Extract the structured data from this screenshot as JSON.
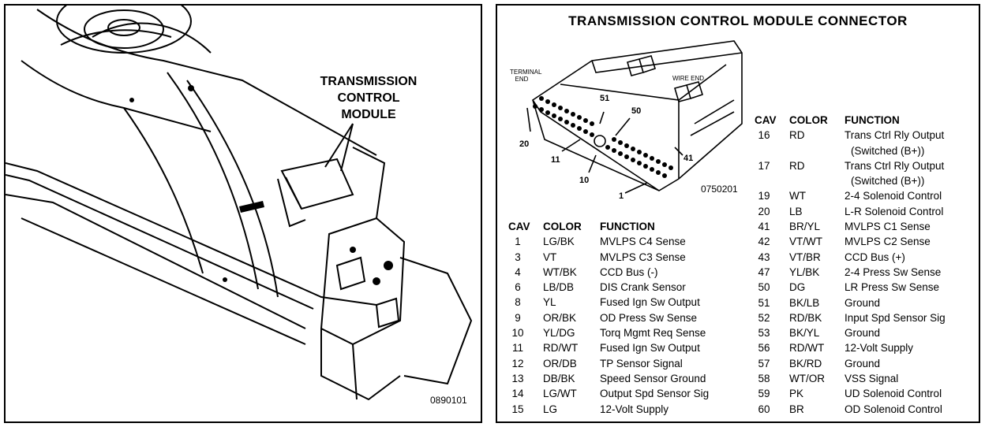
{
  "left": {
    "callout_line1": "TRANSMISSION",
    "callout_line2": "CONTROL",
    "callout_line3": "MODULE",
    "figure_number": "0890101"
  },
  "right": {
    "title": "TRANSMISSION CONTROL MODULE CONNECTOR",
    "terminal_end_label": "TERMINAL END",
    "wire_end_label": "WIRE END",
    "figure_number": "0750201",
    "pin_labels": {
      "p20": "20",
      "p11": "11",
      "p10": "10",
      "p1": "1",
      "p51": "51",
      "p50": "50",
      "p41": "41"
    },
    "headers": {
      "cav": "CAV",
      "color": "COLOR",
      "function": "FUNCTION"
    },
    "table_left": [
      {
        "cav": "1",
        "color": "LG/BK",
        "function": "MVLPS C4 Sense"
      },
      {
        "cav": "3",
        "color": "VT",
        "function": "MVLPS C3 Sense"
      },
      {
        "cav": "4",
        "color": "WT/BK",
        "function": "CCD Bus (-)"
      },
      {
        "cav": "6",
        "color": "LB/DB",
        "function": "DIS Crank Sensor"
      },
      {
        "cav": "8",
        "color": "YL",
        "function": "Fused Ign Sw Output"
      },
      {
        "cav": "9",
        "color": "OR/BK",
        "function": "OD Press Sw Sense"
      },
      {
        "cav": "10",
        "color": "YL/DG",
        "function": "Torq Mgmt Req Sense"
      },
      {
        "cav": "11",
        "color": "RD/WT",
        "function": "Fused Ign Sw Output"
      },
      {
        "cav": "12",
        "color": "OR/DB",
        "function": "TP Sensor Signal"
      },
      {
        "cav": "13",
        "color": "DB/BK",
        "function": "Speed Sensor Ground"
      },
      {
        "cav": "14",
        "color": "LG/WT",
        "function": "Output Spd Sensor Sig"
      },
      {
        "cav": "15",
        "color": "LG",
        "function": "12-Volt Supply"
      }
    ],
    "table_right_top": [
      {
        "cav": "16",
        "color": "RD",
        "function": "Trans Ctrl Rly Output",
        "function2": "(Switched (B+))"
      },
      {
        "cav": "17",
        "color": "RD",
        "function": "Trans Ctrl Rly Output",
        "function2": "(Switched (B+))"
      }
    ],
    "table_right": [
      {
        "cav": "19",
        "color": "WT",
        "function": "2-4 Solenoid Control"
      },
      {
        "cav": "20",
        "color": "LB",
        "function": "L-R Solenoid Control"
      },
      {
        "cav": "41",
        "color": "BR/YL",
        "function": "MVLPS C1 Sense"
      },
      {
        "cav": "42",
        "color": "VT/WT",
        "function": "MVLPS C2 Sense"
      },
      {
        "cav": "43",
        "color": "VT/BR",
        "function": "CCD Bus (+)"
      },
      {
        "cav": "47",
        "color": "YL/BK",
        "function": "2-4 Press Sw Sense"
      },
      {
        "cav": "50",
        "color": "DG",
        "function": "LR Press Sw Sense"
      },
      {
        "cav": "51",
        "color": "BK/LB",
        "function": "Ground"
      },
      {
        "cav": "52",
        "color": "RD/BK",
        "function": "Input Spd Sensor Sig"
      },
      {
        "cav": "53",
        "color": "BK/YL",
        "function": "Ground"
      },
      {
        "cav": "56",
        "color": "RD/WT",
        "function": "12-Volt Supply"
      },
      {
        "cav": "57",
        "color": "BK/RD",
        "function": "Ground"
      },
      {
        "cav": "58",
        "color": "WT/OR",
        "function": "VSS Signal"
      },
      {
        "cav": "59",
        "color": "PK",
        "function": "UD Solenoid Control"
      },
      {
        "cav": "60",
        "color": "BR",
        "function": "OD Solenoid Control"
      }
    ]
  }
}
